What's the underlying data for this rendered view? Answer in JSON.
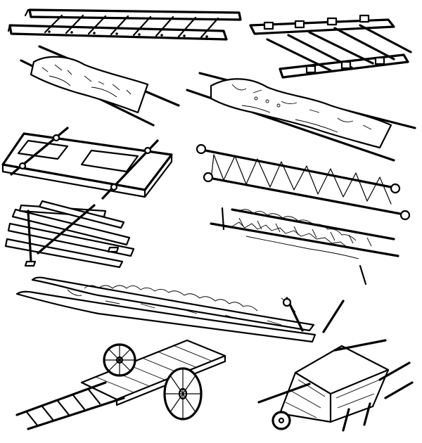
{
  "illustration": {
    "style": "black ink line drawing on white",
    "ink_color": "#000000",
    "paper_color": "#ffffff",
    "items": [
      {
        "name": "ladder-stretcher"
      },
      {
        "name": "poles-and-crossbars-stretcher"
      },
      {
        "name": "blanket-stretcher"
      },
      {
        "name": "coat-stretcher"
      },
      {
        "name": "door-board-stretcher"
      },
      {
        "name": "rope-laced-stretcher"
      },
      {
        "name": "plank-stretcher"
      },
      {
        "name": "branch-bed-stretcher"
      },
      {
        "name": "ski-sledge"
      },
      {
        "name": "cart-with-ladder"
      },
      {
        "name": "wheelbarrow"
      }
    ]
  }
}
